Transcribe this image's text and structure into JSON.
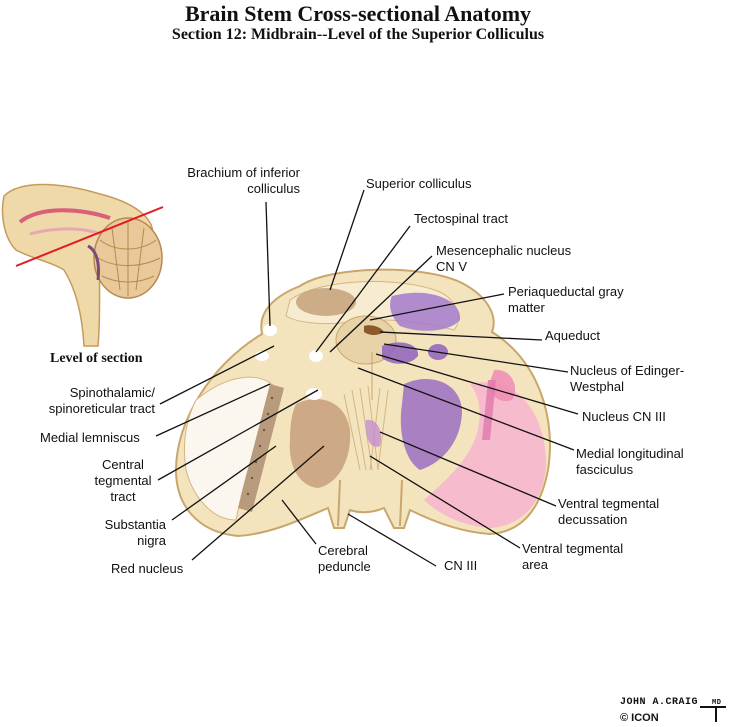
{
  "title": "Brain Stem Cross-sectional Anatomy",
  "subtitle": "Section 12:  Midbrain--Level of the Superior Colliculus",
  "inset_label": "Level of section",
  "labels": {
    "brachium": [
      "Brachium of inferior",
      "colliculus"
    ],
    "superior_colliculus": "Superior colliculus",
    "tectospinal": "Tectospinal tract",
    "mesencephalic": [
      "Mesencephalic nucleus",
      "CN V"
    ],
    "periaqueductal": [
      "Periaqueductal gray",
      "matter"
    ],
    "aqueduct": "Aqueduct",
    "edinger": [
      "Nucleus of Edinger-",
      "Westphal"
    ],
    "cn3_nucleus": "Nucleus CN III",
    "mlf": [
      "Medial longitudinal",
      "fasciculus"
    ],
    "vt_decussation": [
      "Ventral tegmental",
      "decussation"
    ],
    "vt_area": [
      "Ventral tegmental",
      "area"
    ],
    "cn3": "CN III",
    "cerebral_peduncle": [
      "Cerebral",
      "peduncle"
    ],
    "red_nucleus": "Red nucleus",
    "substantia_nigra": [
      "Substantia",
      "nigra"
    ],
    "central_tegmental": [
      "Central",
      "tegmental",
      "tract"
    ],
    "medial_lemniscus": "Medial lemniscus",
    "spinothalamic": [
      "Spinothalamic/",
      "spinoreticular tract"
    ]
  },
  "signature": {
    "name": "JOHN A.CRAIG",
    "suffix": "MD",
    "copyright": "©",
    "logo": "ICON"
  },
  "colors": {
    "section_fill": "#f4e4bd",
    "outline": "#c9a66b",
    "nucleus_purple": "#9b6fc2",
    "tract_pink": "#f4a6c6",
    "brown_region": "#c6a27b",
    "cut_line": "#e11b22"
  }
}
